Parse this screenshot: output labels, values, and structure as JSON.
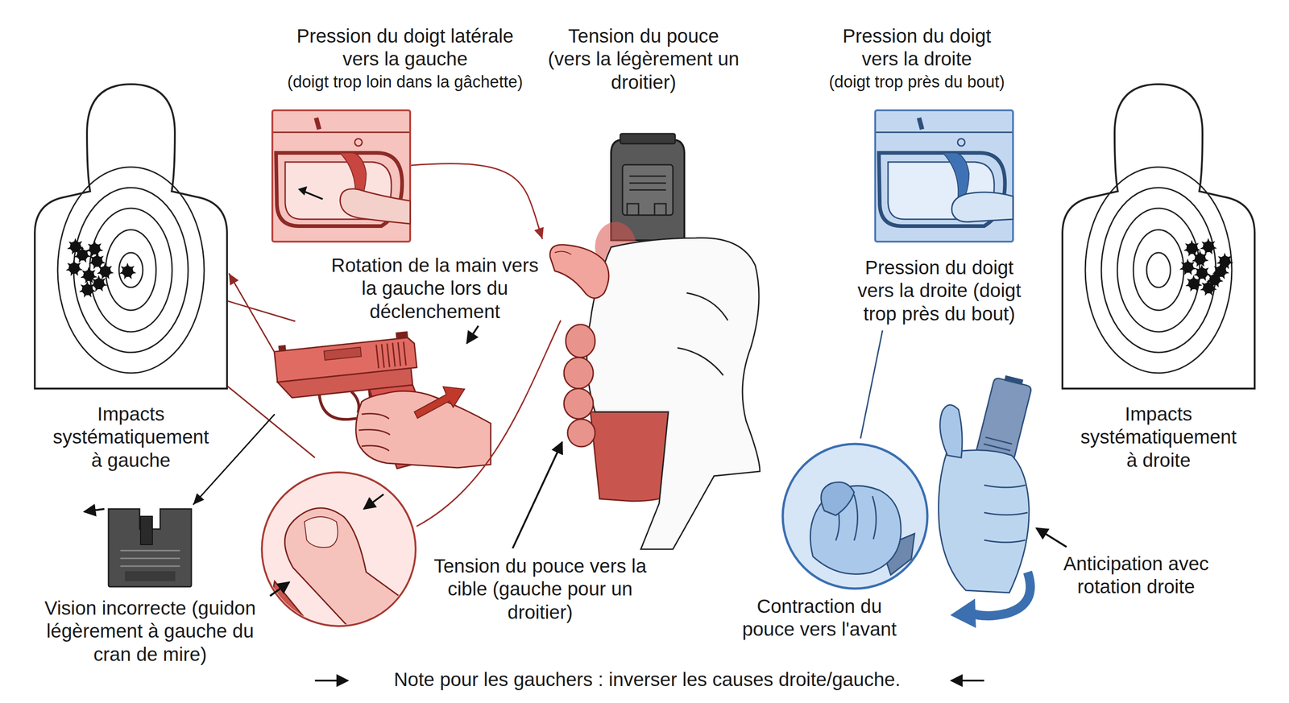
{
  "diagram": {
    "nodes": [
      {
        "text": [
          "Impacts systématiquement à gauche"
        ]
      },
      {
        "text": [
          "Pression du doigt latérale vers la gauche",
          "(doigt trop loin dans la gâchette)"
        ]
      },
      {
        "text": [
          "Tension du pouce (vers la légèrement un droitier)",
          "Tension du pouce vers la cible (gauche pour un droitier)"
        ]
      },
      {
        "text": [
          "Rotation de la main vers la gauche lors du déclenchement"
        ]
      },
      {
        "text": [
          "Vision incorrecte (guidon légèrement à gauche du cran de mire)"
        ]
      },
      {
        "text": [
          "Pression du doigt vers la droite",
          "(doigt trop près du bout)"
        ]
      },
      {
        "text": [
          "Contraction du pouce vers l'avant"
        ]
      },
      {
        "text": [
          "Anticipation avec rotation droite"
        ]
      },
      {
        "text": [
          "Impacts systématiquement à droite"
        ]
      }
    ],
    "edges": [
      {
        "from": 1,
        "to": 2,
        "arrow": "to"
      },
      {
        "from": 3,
        "to": 0,
        "arrow": "to"
      },
      {
        "from": 3,
        "to": 4,
        "arrow": "to"
      }
    ],
    "labels": [
      "Pression du doigt vers la droite (doigt trop près du bout)",
      "Note pour les gauchers : inverser les causes droite/gauche."
    ]
  }
}
